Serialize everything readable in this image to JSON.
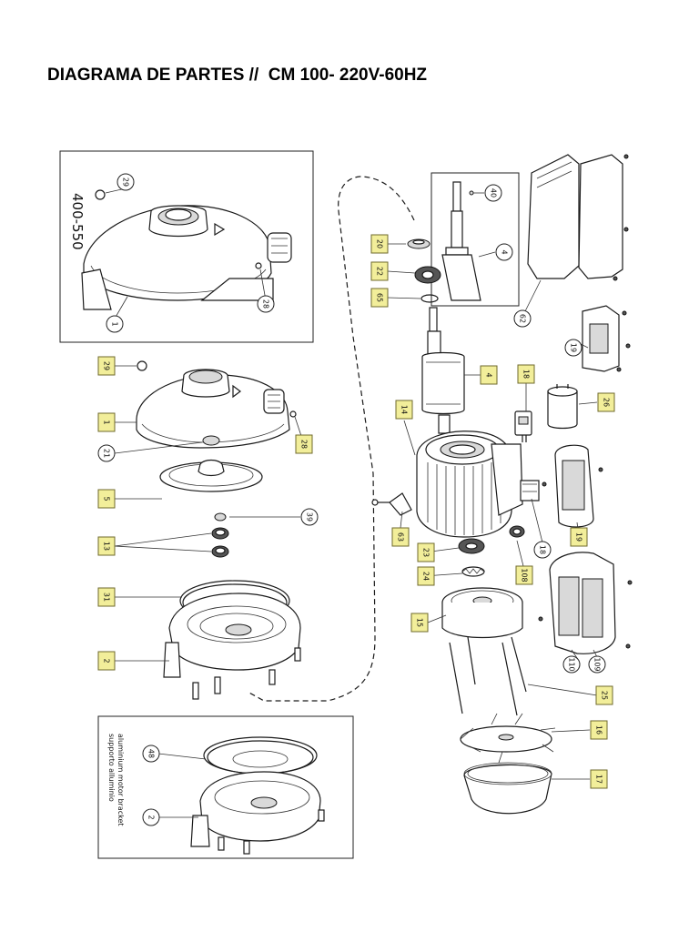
{
  "title": "DIAGRAMA DE PARTES //  CM 100- 220V-60HZ",
  "colors": {
    "highlight_fill": "#f2ee9a",
    "highlight_stroke": "#6f6a2c",
    "line": "#1a1a1a"
  },
  "inset_top": {
    "model_text": "400-550",
    "callouts": [
      "29",
      "28",
      "1"
    ]
  },
  "inset_bottom": {
    "note_line1": "supporto alluminio",
    "note_line2": "aluminium motor bracket",
    "callouts": [
      "48",
      "2"
    ]
  },
  "callouts": [
    {
      "label": "29",
      "highlighted": true
    },
    {
      "label": "1",
      "highlighted": true
    },
    {
      "label": "21",
      "highlighted": false
    },
    {
      "label": "28",
      "highlighted": true
    },
    {
      "label": "5",
      "highlighted": true
    },
    {
      "label": "39",
      "highlighted": false
    },
    {
      "label": "13",
      "highlighted": true
    },
    {
      "label": "31",
      "highlighted": true
    },
    {
      "label": "2",
      "highlighted": true
    },
    {
      "label": "20",
      "highlighted": true
    },
    {
      "label": "22",
      "highlighted": true
    },
    {
      "label": "65",
      "highlighted": true
    },
    {
      "label": "40",
      "highlighted": false
    },
    {
      "label": "4",
      "highlighted": false
    },
    {
      "label": "62",
      "highlighted": false
    },
    {
      "label": "19",
      "highlighted": false
    },
    {
      "label": "4",
      "highlighted": true
    },
    {
      "label": "18",
      "highlighted": true
    },
    {
      "label": "26",
      "highlighted": true
    },
    {
      "label": "14",
      "highlighted": true
    },
    {
      "label": "63",
      "highlighted": true
    },
    {
      "label": "23",
      "highlighted": true
    },
    {
      "label": "24",
      "highlighted": true
    },
    {
      "label": "108",
      "highlighted": true
    },
    {
      "label": "18",
      "highlighted": false
    },
    {
      "label": "19",
      "highlighted": true
    },
    {
      "label": "15",
      "highlighted": true
    },
    {
      "label": "110",
      "highlighted": false
    },
    {
      "label": "109",
      "highlighted": false
    },
    {
      "label": "25",
      "highlighted": true
    },
    {
      "label": "16",
      "highlighted": true
    },
    {
      "label": "17",
      "highlighted": true
    }
  ]
}
